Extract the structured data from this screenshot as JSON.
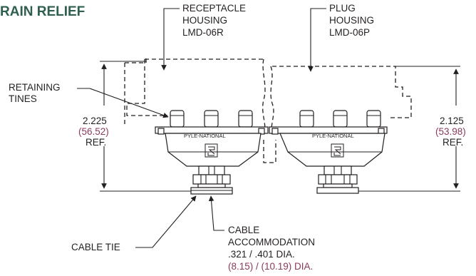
{
  "title": "RAIN RELIEF",
  "labels": {
    "receptacle": [
      "RECEPTACLE",
      "HOUSING",
      "LMD-06R"
    ],
    "plug": [
      "PLUG",
      "HOUSING",
      "LMD-06P"
    ],
    "retaining": [
      "RETAINING",
      "TINES"
    ],
    "cable_tie": "CABLE TIE",
    "cable_accommodation": [
      "CABLE",
      "ACCOMMODATION",
      ".321 / .401 DIA."
    ],
    "cable_accommodation_metric": "(8.15) / (10.19) DIA."
  },
  "dimensions": {
    "left": {
      "value": "2.225",
      "metric": "(56.52)",
      "suffix": "REF."
    },
    "right": {
      "value": "2.125",
      "metric": "(53.98)",
      "suffix": "REF."
    }
  },
  "brand_text": "PYLE-NATIONAL",
  "colors": {
    "title": "#2f5f4e",
    "metric": "#8a3a5c",
    "line": "#231f20"
  }
}
